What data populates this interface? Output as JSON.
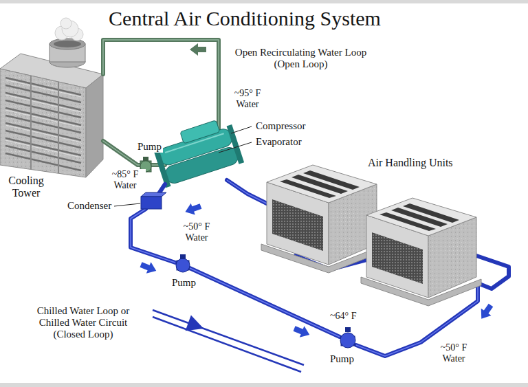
{
  "diagram": {
    "title": "Central Air Conditioning System",
    "labels": [
      "Open Recirculating Water Loop (Open Loop)",
      "~95° F Water",
      "Compressor",
      "Evaporator",
      "Air Handling Units",
      "Pump",
      "Cooling Tower",
      "~85° F Water",
      "Condenser",
      "~50° F Water",
      "Pump",
      "Chilled Water Loop or Chilled Water Circuit (Closed Loop)",
      "~64° F",
      "Pump",
      "~50° F Water"
    ]
  }
}
